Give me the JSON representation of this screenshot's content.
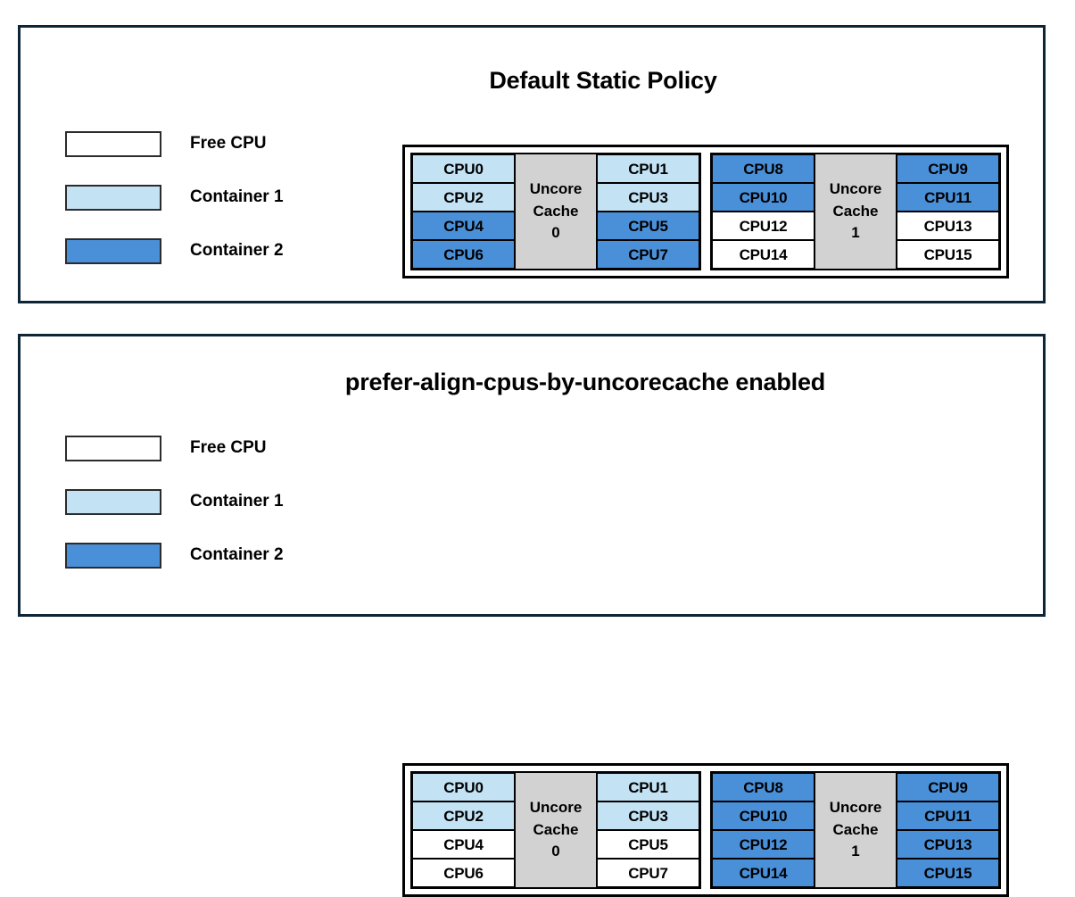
{
  "legend": {
    "items": [
      {
        "label": "Free CPU",
        "style": "free",
        "color": "#ffffff"
      },
      {
        "label": "Container 1",
        "style": "container1",
        "color": "#c3e3f5"
      },
      {
        "label": "Container 2",
        "style": "container2",
        "color": "#4a90d9"
      }
    ]
  },
  "colors": {
    "panel_border": "#0d2534",
    "cell_border": "#000000",
    "cache_fill": "#d2d2d2",
    "free": "#ffffff",
    "container1": "#c3e3f5",
    "container2": "#4a90d9"
  },
  "panels": [
    {
      "id": "top",
      "title": "Default Static Policy",
      "caches": [
        {
          "name_line1": "Uncore",
          "name_line2": "Cache",
          "index": "0",
          "left_column": [
            {
              "label": "CPU0",
              "state": "container1"
            },
            {
              "label": "CPU2",
              "state": "container1"
            },
            {
              "label": "CPU4",
              "state": "container2"
            },
            {
              "label": "CPU6",
              "state": "container2"
            }
          ],
          "right_column": [
            {
              "label": "CPU1",
              "state": "container1"
            },
            {
              "label": "CPU3",
              "state": "container1"
            },
            {
              "label": "CPU5",
              "state": "container2"
            },
            {
              "label": "CPU7",
              "state": "container2"
            }
          ]
        },
        {
          "name_line1": "Uncore",
          "name_line2": "Cache",
          "index": "1",
          "left_column": [
            {
              "label": "CPU8",
              "state": "container2"
            },
            {
              "label": "CPU10",
              "state": "container2"
            },
            {
              "label": "CPU12",
              "state": "free"
            },
            {
              "label": "CPU14",
              "state": "free"
            }
          ],
          "right_column": [
            {
              "label": "CPU9",
              "state": "container2"
            },
            {
              "label": "CPU11",
              "state": "container2"
            },
            {
              "label": "CPU13",
              "state": "free"
            },
            {
              "label": "CPU15",
              "state": "free"
            }
          ]
        }
      ]
    },
    {
      "id": "bottom",
      "title": "prefer-align-cpus-by-uncorecache enabled",
      "caches": [
        {
          "name_line1": "Uncore",
          "name_line2": "Cache",
          "index": "0",
          "left_column": [
            {
              "label": "CPU0",
              "state": "container1"
            },
            {
              "label": "CPU2",
              "state": "container1"
            },
            {
              "label": "CPU4",
              "state": "free"
            },
            {
              "label": "CPU6",
              "state": "free"
            }
          ],
          "right_column": [
            {
              "label": "CPU1",
              "state": "container1"
            },
            {
              "label": "CPU3",
              "state": "container1"
            },
            {
              "label": "CPU5",
              "state": "free"
            },
            {
              "label": "CPU7",
              "state": "free"
            }
          ]
        },
        {
          "name_line1": "Uncore",
          "name_line2": "Cache",
          "index": "1",
          "left_column": [
            {
              "label": "CPU8",
              "state": "container2"
            },
            {
              "label": "CPU10",
              "state": "container2"
            },
            {
              "label": "CPU12",
              "state": "container2"
            },
            {
              "label": "CPU14",
              "state": "container2"
            }
          ],
          "right_column": [
            {
              "label": "CPU9",
              "state": "container2"
            },
            {
              "label": "CPU11",
              "state": "container2"
            },
            {
              "label": "CPU13",
              "state": "container2"
            },
            {
              "label": "CPU15",
              "state": "container2"
            }
          ]
        }
      ]
    }
  ]
}
